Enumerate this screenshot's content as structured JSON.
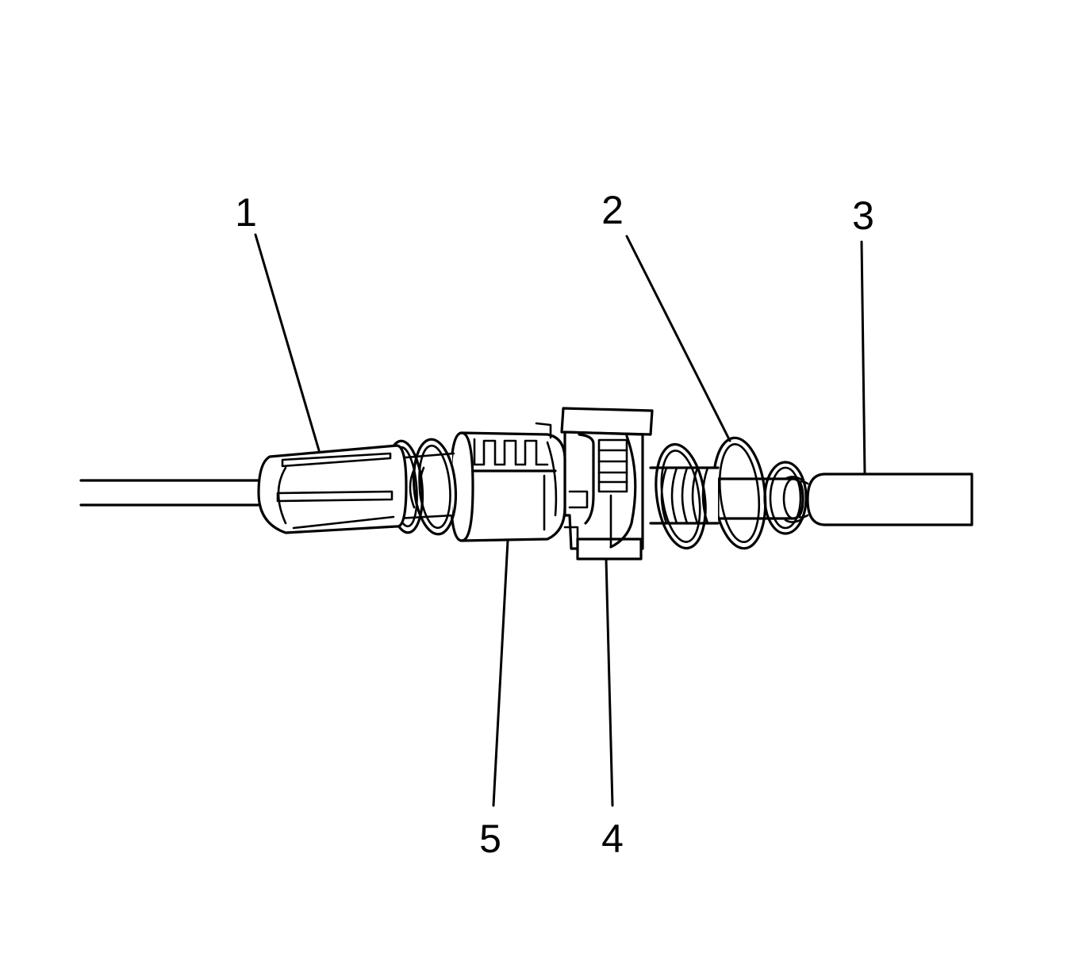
{
  "colors": {
    "ink": "#000000",
    "paper": "#ffffff"
  },
  "callouts": [
    {
      "id": "1",
      "label": "1"
    },
    {
      "id": "2",
      "label": "2"
    },
    {
      "id": "3",
      "label": "3"
    },
    {
      "id": "4",
      "label": "4"
    },
    {
      "id": "5",
      "label": "5"
    }
  ]
}
